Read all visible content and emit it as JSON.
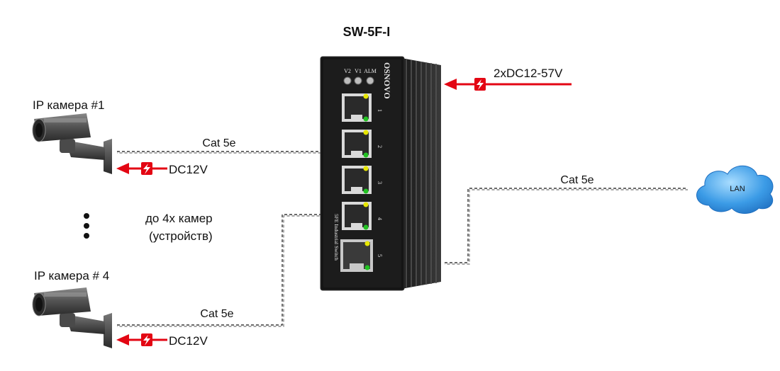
{
  "device": {
    "model": "SW-5F-I",
    "brand": "OSNOVO",
    "side_label": "5FE Industrial Switch",
    "leds": [
      "V2",
      "V1",
      "ALM"
    ],
    "ports": [
      "1",
      "2",
      "3",
      "4",
      "5"
    ]
  },
  "power": {
    "switch_label": "2xDC12-57V",
    "camera1_label": "DC12V",
    "camera4_label": "DC12V",
    "icon": "lightning-bolt-icon",
    "color": "#e30613"
  },
  "cameras": {
    "camera1_label": "IP камера #1",
    "camera4_label": "IP камера # 4",
    "range_line1": "до 4х камер",
    "range_line2": "(устройств)"
  },
  "cables": {
    "camera1_cable": "Cat 5e",
    "camera4_cable": "Cat 5e",
    "lan_cable": "Cat 5e"
  },
  "lan": {
    "label": "LAN",
    "icon": "cloud-icon",
    "color": "#2f8fdf"
  }
}
